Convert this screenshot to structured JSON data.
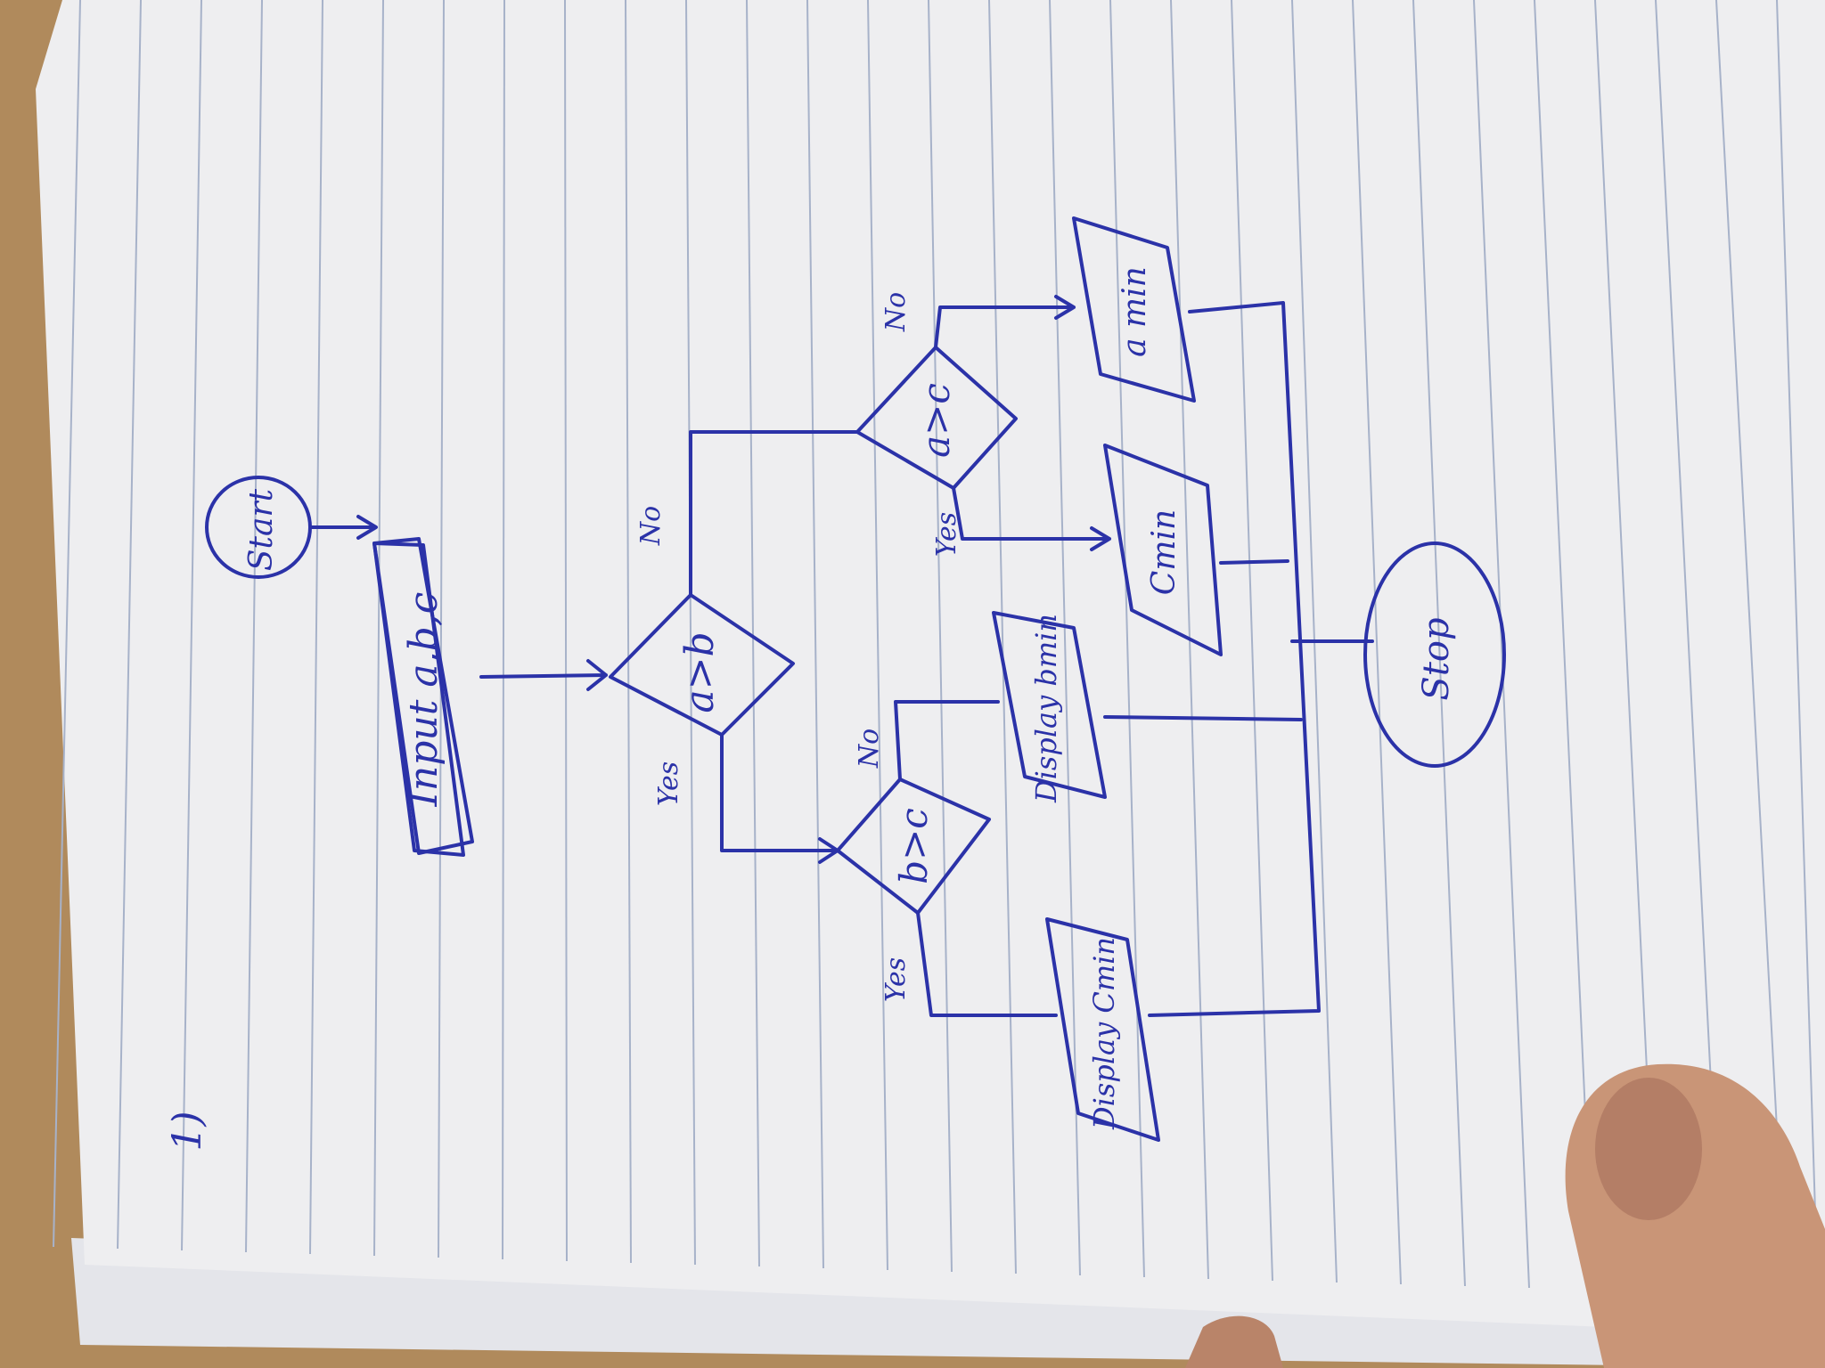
{
  "diagram": {
    "page_number": "1)",
    "nodes": {
      "start": "Start",
      "input": "Input a,b,c",
      "cond_ab": "a>b",
      "cond_bc": "b>c",
      "cond_ac": "a>c",
      "display_bmin": "Display bmin",
      "display_cmin": "Display Cmin",
      "cmin": "Cmin",
      "amin": "a min",
      "stop": "Stop"
    },
    "edge_labels": {
      "ab_yes": "Yes",
      "ab_no": "No",
      "bc_yes": "Yes",
      "bc_no": "No",
      "ac_yes": "Yes",
      "ac_no": "No"
    },
    "colors": {
      "ink": "#2b32a8",
      "paper": "#eeeef0",
      "rule_line": "#a7b2c9",
      "desk": "#b08a5c"
    }
  }
}
